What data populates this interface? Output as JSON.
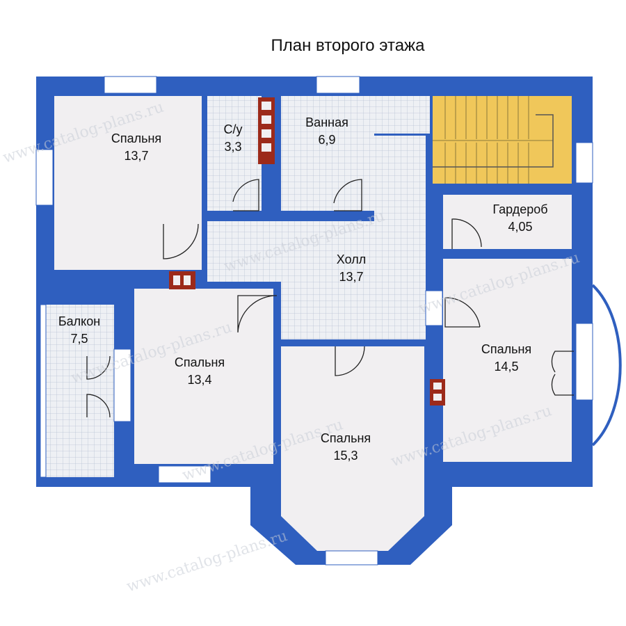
{
  "title": "План второго этажа",
  "watermark": "www.catalog-plans.ru",
  "colors": {
    "wall": "#2f5fbf",
    "floor_room": "#f1eff1",
    "floor_tile": "#eef0f4",
    "tile_line": "#b9c2d4",
    "stairs": "#f0c75a",
    "chimney": "#9c2a1a",
    "window": "#ffffff"
  },
  "rooms": [
    {
      "id": "bedroom-1",
      "name": "Спальня",
      "area": "13,7"
    },
    {
      "id": "wc",
      "name": "С/у",
      "area": "3,3"
    },
    {
      "id": "bathroom",
      "name": "Ванная",
      "area": "6,9"
    },
    {
      "id": "wardrobe",
      "name": "Гардероб",
      "area": "4,05"
    },
    {
      "id": "hall",
      "name": "Холл",
      "area": "13,7"
    },
    {
      "id": "balcony",
      "name": "Балкон",
      "area": "7,5"
    },
    {
      "id": "bedroom-2",
      "name": "Спальня",
      "area": "13,4"
    },
    {
      "id": "bedroom-3",
      "name": "Спальня",
      "area": "15,3"
    },
    {
      "id": "bedroom-4",
      "name": "Спальня",
      "area": "14,5"
    }
  ]
}
